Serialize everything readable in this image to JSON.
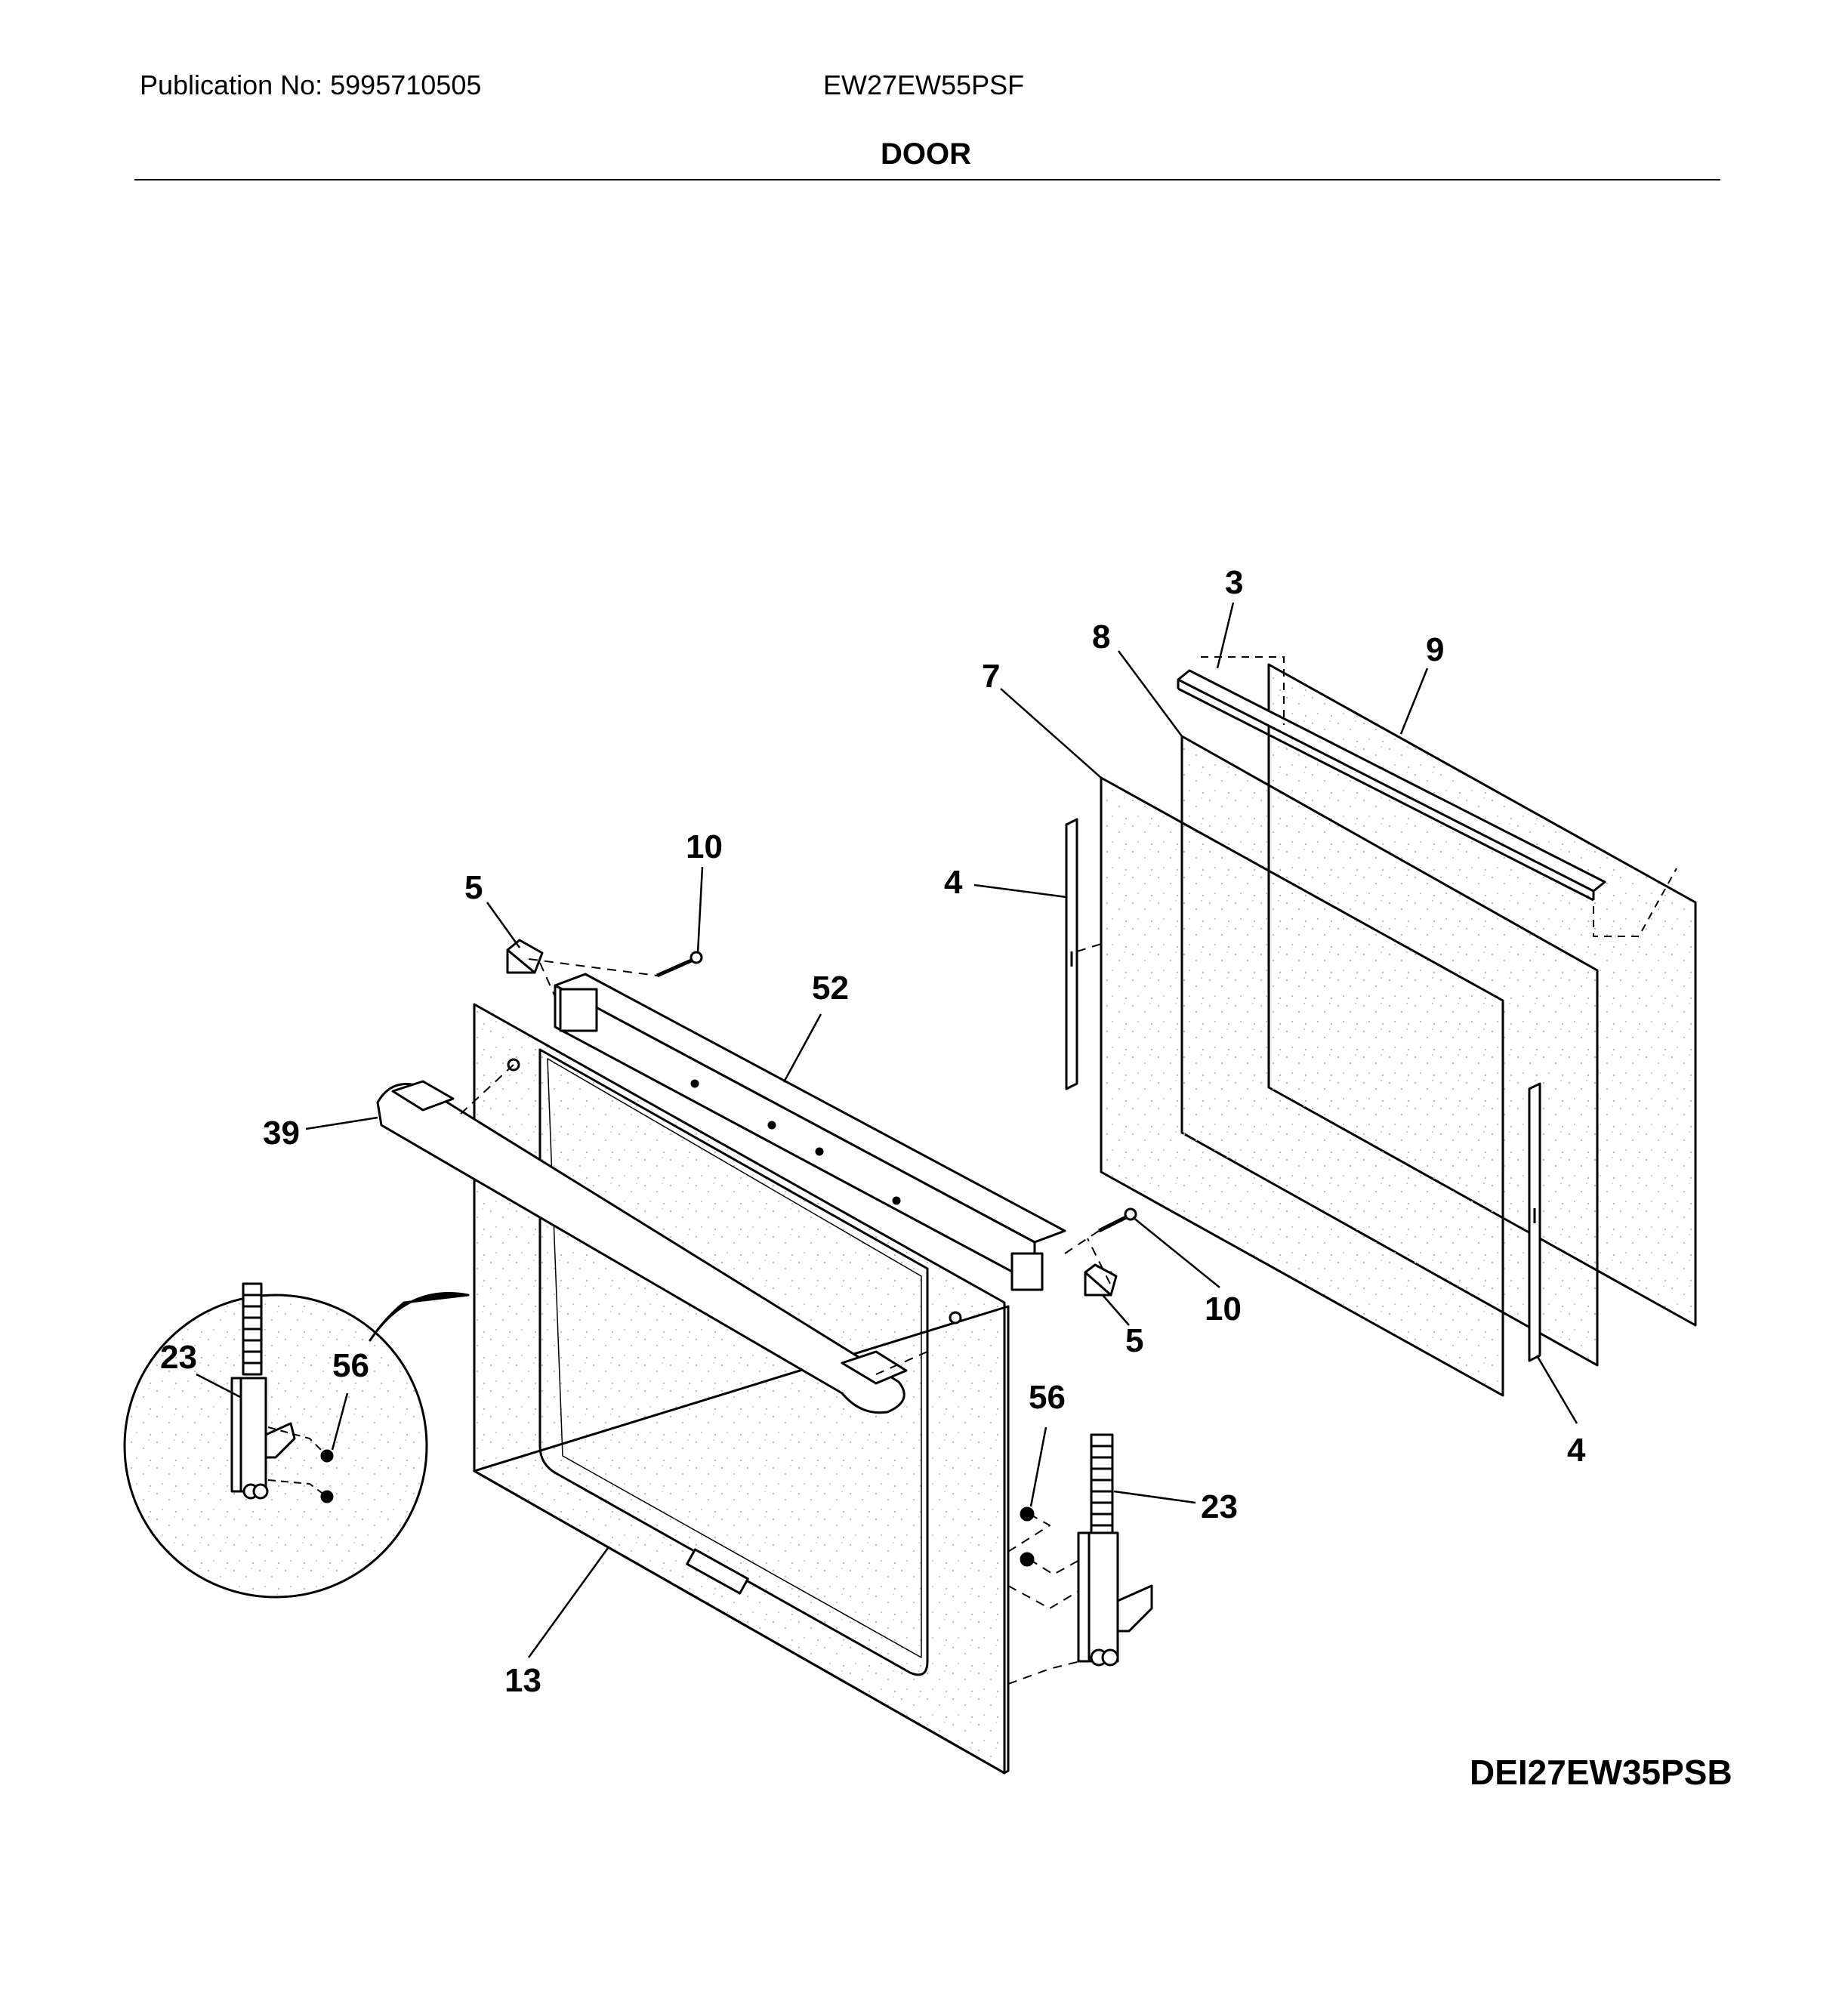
{
  "header": {
    "publication": "Publication No: 5995710505",
    "model": "EW27EW55PSF",
    "section_title": "DOOR"
  },
  "footer": {
    "diagram_id": "DEI27EW35PSB"
  },
  "callouts": {
    "c3": "3",
    "c8": "8",
    "c9": "9",
    "c7": "7",
    "c10a": "10",
    "c5a": "5",
    "c4a": "4",
    "c52": "52",
    "c39": "39",
    "c23a": "23",
    "c56a": "56",
    "c10b": "10",
    "c5b": "5",
    "c4b": "4",
    "c56b": "56",
    "c23b": "23",
    "c13": "13"
  },
  "colors": {
    "line": "#000000",
    "background": "#ffffff",
    "texture": "#bdbdbd"
  }
}
